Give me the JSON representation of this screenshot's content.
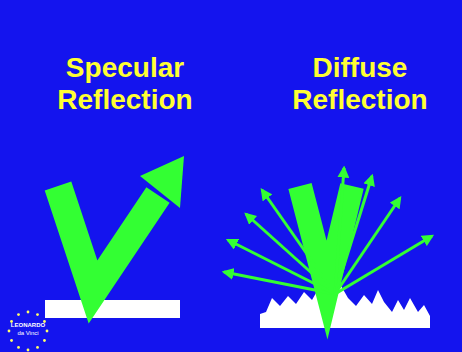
{
  "diagram": {
    "labels": [
      "Specular Reflection",
      "Diffuse Reflection",
      "LEONARDO",
      "da Vinci"
    ]
  }
}
